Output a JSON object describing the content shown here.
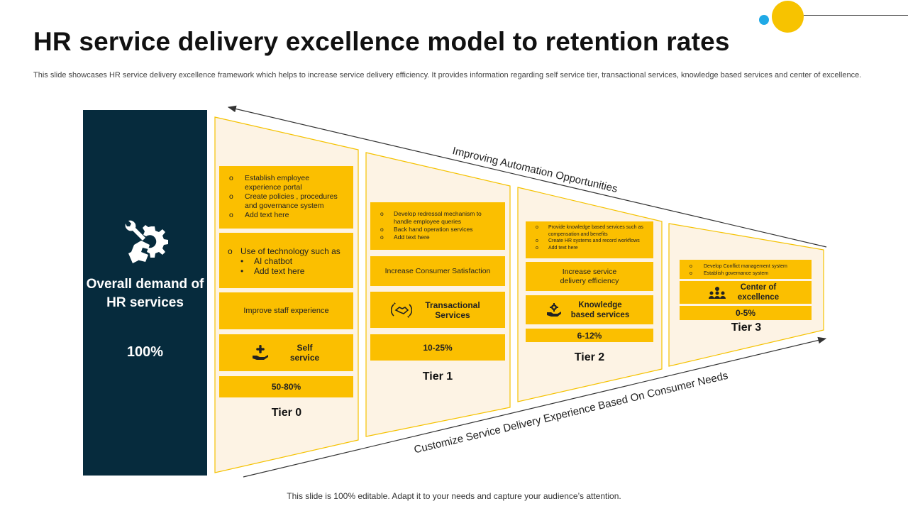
{
  "title": "HR service delivery excellence model to retention rates",
  "subtitle": "This slide showcases HR service delivery excellence framework which helps to increase service delivery efficiency. It provides information regarding self service tier, transactional services, knowledge based services and center of excellence.",
  "left_panel": {
    "label": "Overall demand of HR services",
    "percent": "100%",
    "icon": "gear-wrench-hand-icon"
  },
  "top_arrow_label": "Improving Automation Opportunities",
  "bottom_arrow_label": "Customize Service Delivery Experience Based On Consumer Needs",
  "tiers": [
    {
      "tier": "Tier 0",
      "bullets": [
        "Establish employee experience portal",
        "Create policies , procedures and governance system",
        "Add text here"
      ],
      "tech_intro": "Use of technology such as",
      "tech_items": [
        "AI chatbot",
        "Add text here"
      ],
      "box2": "Improve staff experience",
      "service": "Self service",
      "service_icon": "hand-flower-icon",
      "range": "50-80%"
    },
    {
      "tier": "Tier 1",
      "bullets": [
        "Develop redressal mechanism to handle employee queries",
        "Back hand operation services",
        "Add text here"
      ],
      "box2": "Increase Consumer Satisfaction",
      "service": "Transactional Services",
      "service_icon": "handshake-icon",
      "range": "10-25%"
    },
    {
      "tier": "Tier 2",
      "bullets": [
        "Provide knowledge based services such as compensation and benefits",
        "Create HR systems and record workflows",
        "Add text here"
      ],
      "box2": "Increase service delivery efficiency",
      "service": "Knowledge based services",
      "service_icon": "hand-gear-icon",
      "range": "6-12%"
    },
    {
      "tier": "Tier 3",
      "bullets": [
        "Develop Conflict management system",
        "Establish governance system"
      ],
      "service": "Center of excellence",
      "service_icon": "team-icon",
      "range": "0-5%"
    }
  ],
  "footer": "This slide is 100% editable. Adapt it to your needs and capture your audience’s attention.",
  "colors": {
    "accent": "#fbbf00",
    "panel": "#062b3d",
    "tier_fill": "#fdf3e4",
    "tier_border": "#f5c200"
  }
}
